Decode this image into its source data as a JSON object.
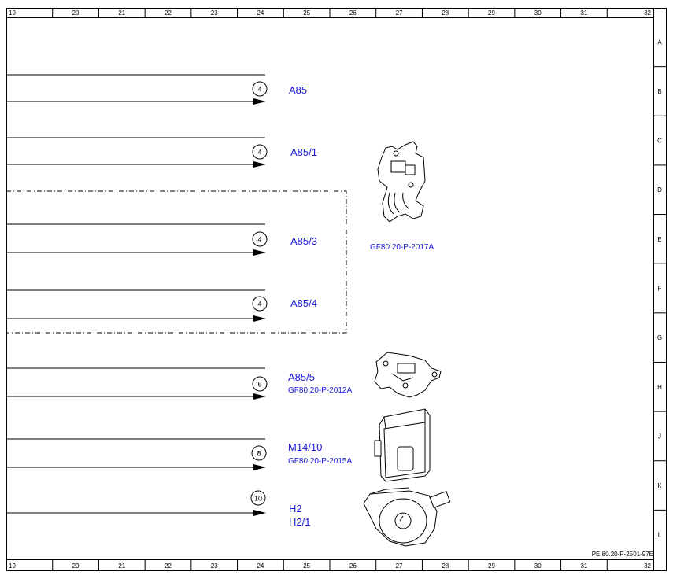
{
  "grid": {
    "columns": [
      "19",
      "20",
      "21",
      "22",
      "23",
      "24",
      "25",
      "26",
      "27",
      "28",
      "29",
      "30",
      "31",
      "32"
    ],
    "rows": [
      "A",
      "B",
      "C",
      "D",
      "E",
      "F",
      "G",
      "H",
      "J",
      "K",
      "L"
    ]
  },
  "connectors": [
    {
      "id": "a85",
      "circle": "4",
      "label": "A85"
    },
    {
      "id": "a85-1",
      "circle": "4",
      "label": "A85/1"
    },
    {
      "id": "a85-3",
      "circle": "4",
      "label": "A85/3"
    },
    {
      "id": "a85-4",
      "circle": "4",
      "label": "A85/4"
    },
    {
      "id": "a85-5",
      "circle": "6",
      "label": "A85/5",
      "ref": "GF80.20-P-2012A"
    },
    {
      "id": "m14-10",
      "circle": "8",
      "label": "M14/10",
      "ref": "GF80.20-P-2015A"
    },
    {
      "id": "h2",
      "circle": "10",
      "label": "H2",
      "label2": "H2/1"
    }
  ],
  "components": {
    "lock_ref": "GF80.20-P-2017A"
  },
  "doc_number": "PE 80.20-P-2501-97E"
}
